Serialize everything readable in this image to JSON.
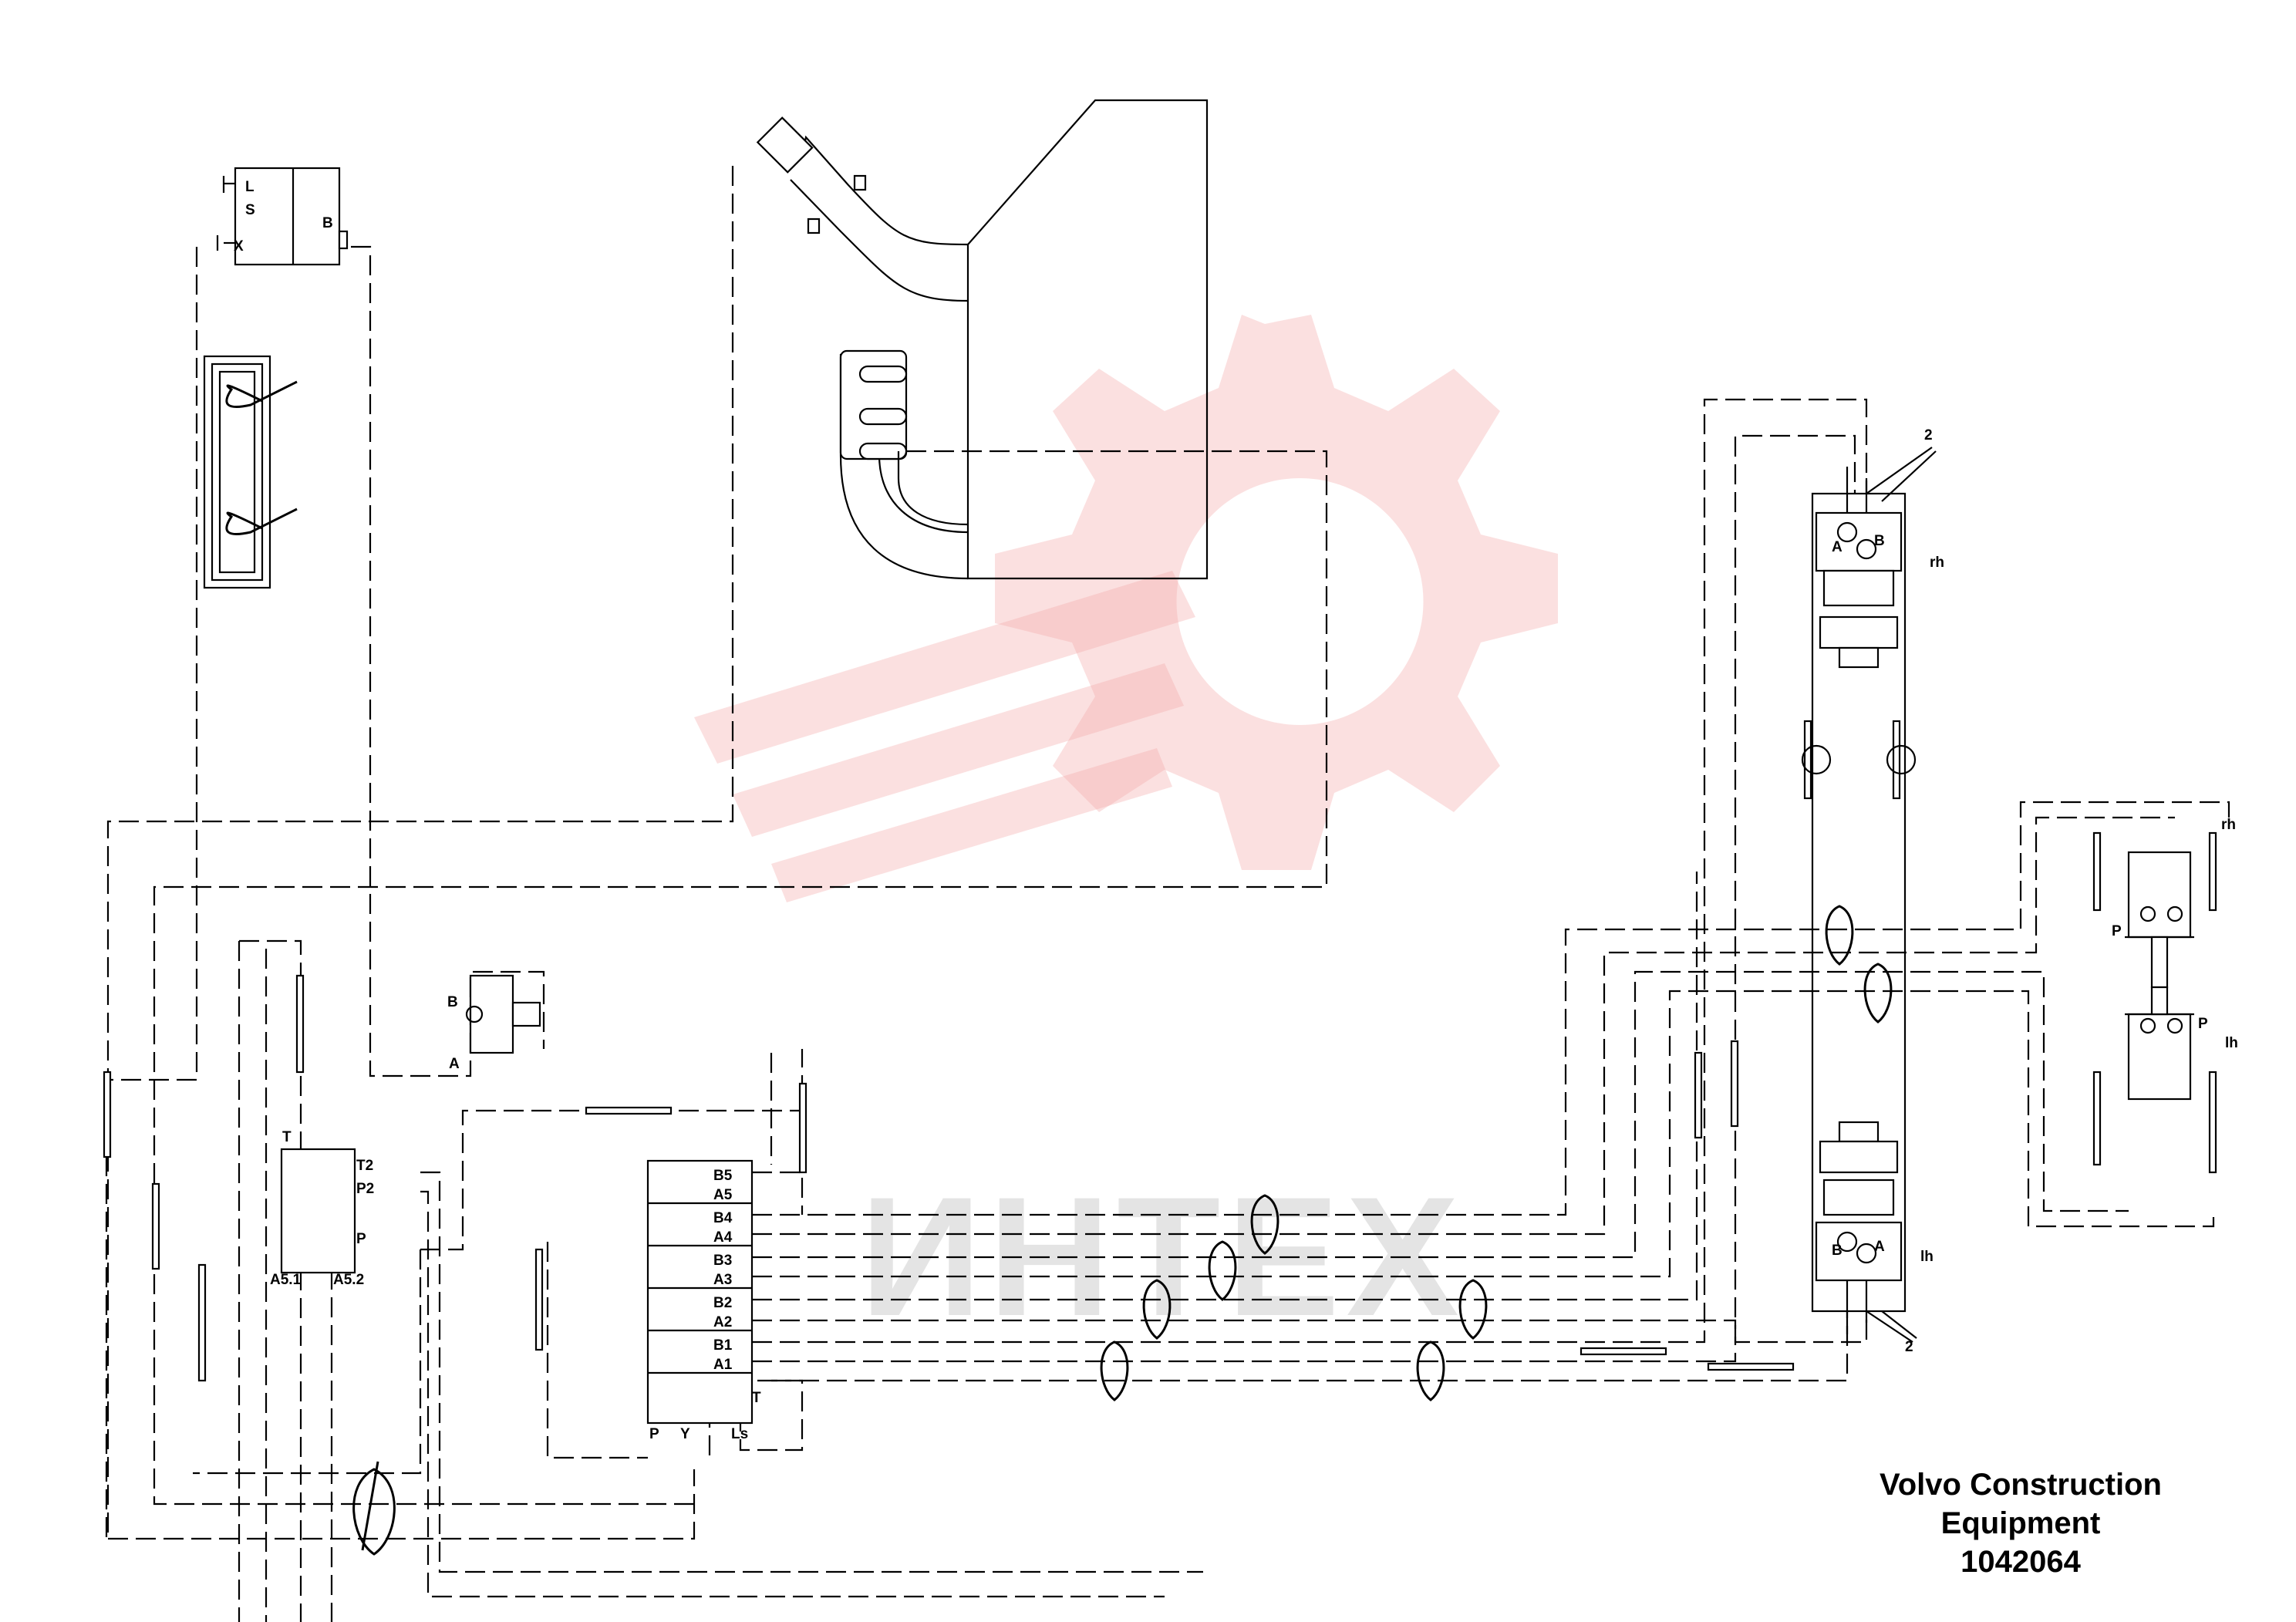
{
  "labels": {
    "l": "L",
    "s": "S",
    "x": "X",
    "b": "B",
    "a": "A",
    "p": "P",
    "t": "T",
    "t2": "T2",
    "p2": "P2",
    "a51": "A5.1",
    "a52": "A5.2",
    "b5": "B5",
    "a5": "A5",
    "b4": "B4",
    "a4": "A4",
    "b3": "B3",
    "a3": "A3",
    "b2": "B2",
    "a2": "A2",
    "b1": "B1",
    "a1": "A1",
    "y": "Y",
    "ls": "Ls",
    "rh": "rh",
    "lh": "lh",
    "two": "2"
  },
  "watermark": {
    "text": "ИНТЕХ",
    "color": "#f4a5a5"
  },
  "caption": {
    "line1": "Volvo Construction",
    "line2": "Equipment",
    "line3": "1042064"
  }
}
